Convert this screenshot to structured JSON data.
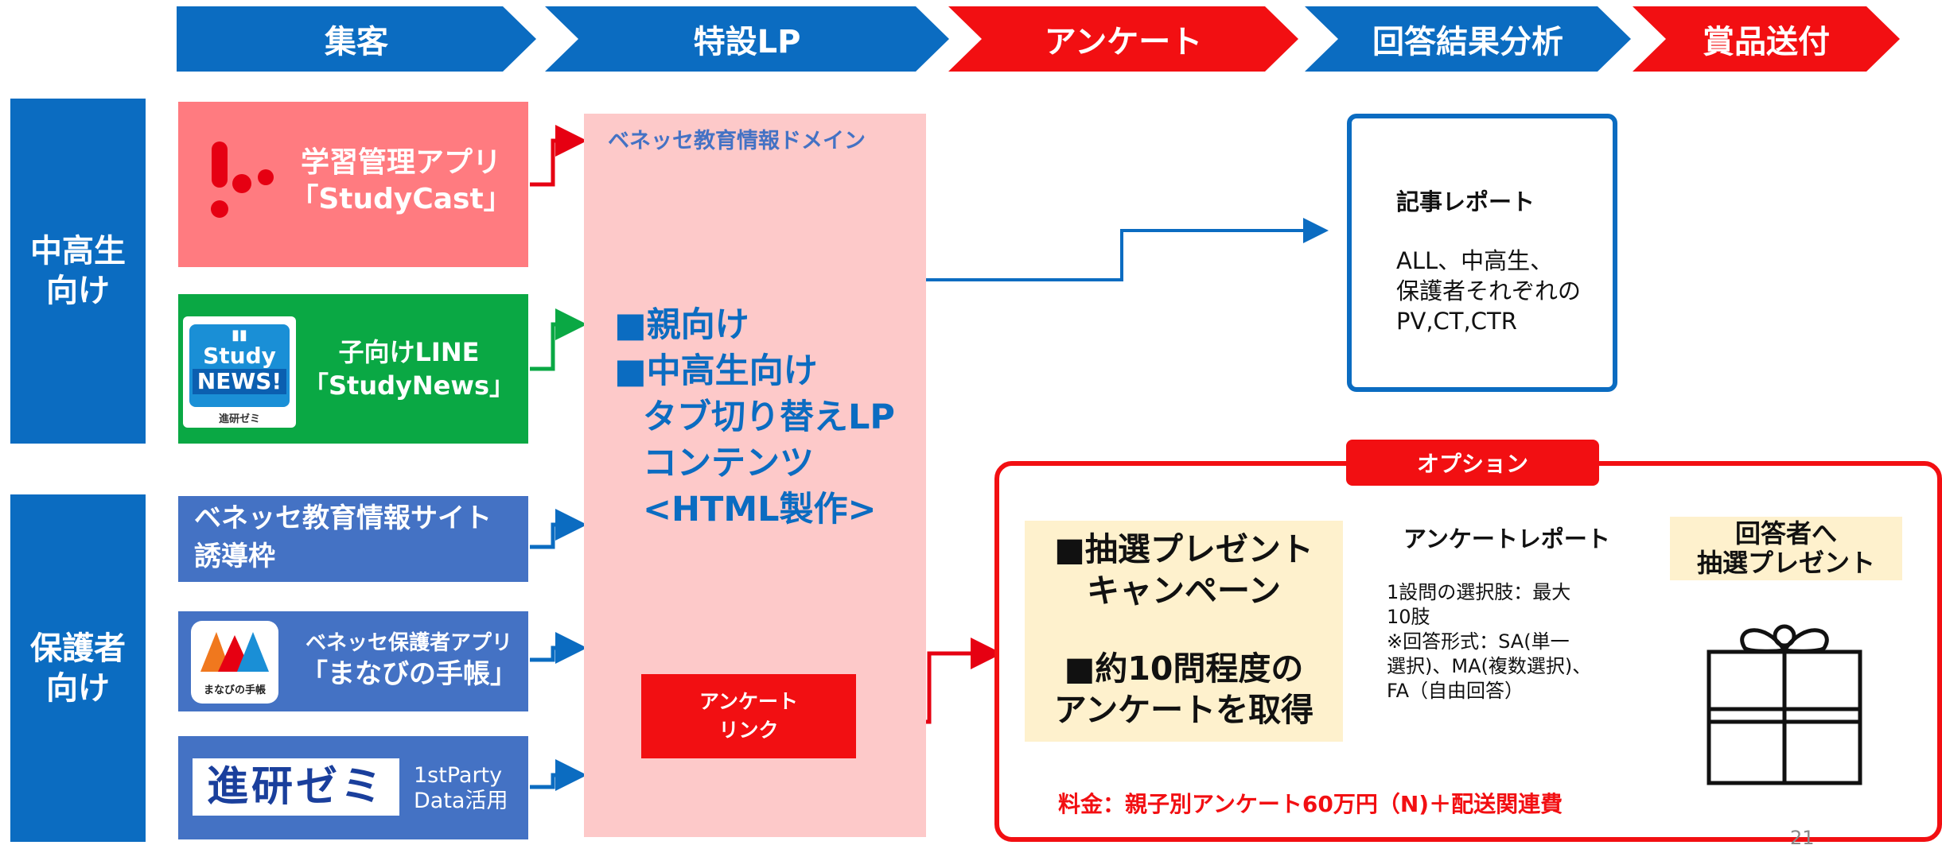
{
  "flow_steps": [
    {
      "label": "集客",
      "color": "#0b6cc1"
    },
    {
      "label": "特設LP",
      "color": "#0b6cc1"
    },
    {
      "label": "アンケート",
      "color": "#f20f12"
    },
    {
      "label": "回答結果分析",
      "color": "#0b6cc1"
    },
    {
      "label": "賞品送付",
      "color": "#f20f12"
    }
  ],
  "audiences": {
    "students": "中高生\n向け",
    "parents": "保護者\n向け"
  },
  "channels": {
    "studycast": {
      "line1": "学習管理アプリ",
      "line2": "「StudyCast」",
      "color": "#ff7b80"
    },
    "studynews": {
      "line1": "子向けLINE",
      "line2": "「StudyNews」",
      "logo_line1": "Study",
      "logo_line2": "NEWS!",
      "logo_sub": "進研ゼミ",
      "color": "#0aa844"
    },
    "benesse_site": {
      "line1": "ベネッセ教育情報サイト",
      "line2": "誘導枠",
      "color": "#4472c4"
    },
    "manabi": {
      "line1": "ベネッセ保護者アプリ",
      "line2": "「まなびの手帳」",
      "logo_caption": "まなびの手帳",
      "color": "#4472c4"
    },
    "shinken": {
      "logo": "進研ゼミ",
      "line1": "1stParty",
      "line2": "Data活用",
      "color": "#4472c4"
    }
  },
  "lp": {
    "domain": "ベネッセ教育情報ドメイン",
    "lines": [
      "■親向け",
      "■中高生向け",
      "タブ切り替えLP",
      "コンテンツ",
      "<HTML製作>"
    ],
    "survey_link": "アンケート\nリンク",
    "bg_color": "#fdc9c9"
  },
  "report": {
    "title": "記事レポート",
    "body": "ALL、中高生、\n保護者それぞれの\nPV,CT,CTR"
  },
  "option": {
    "tag": "オプション",
    "campaign_1": "■抽選プレゼント\nキャンペーン",
    "campaign_2": "■約10問程度の\nアンケートを取得",
    "survey_report_title": "アンケートレポート",
    "survey_report_body": "1設問の選択肢：最大\n10肢\n※回答形式：SA(単一\n選択)、MA(複数選択)、\nFA（自由回答）",
    "prize_title": "回答者へ\n抽選プレゼント",
    "prize_icon": "gift-icon",
    "price": "料金：親子別アンケート60万円（N)＋配送関連費"
  },
  "page_number": "21"
}
